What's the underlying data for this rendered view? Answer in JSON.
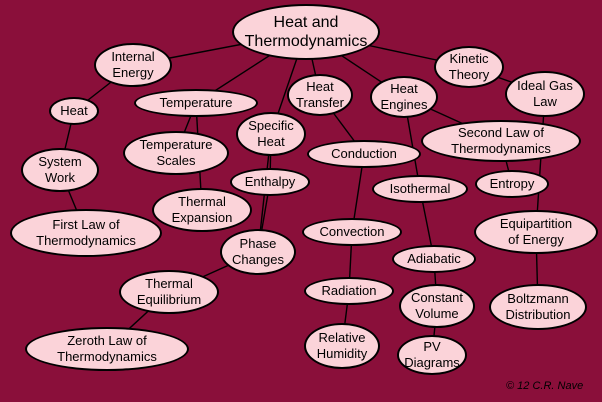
{
  "colors": {
    "background": "#8a0f3a",
    "node_fill": "#fbd3d9",
    "outline": "#000000"
  },
  "nodes": {
    "heat_thermo": "Heat and\nThermodynamics",
    "internal_energy": "Internal\nEnergy",
    "kinetic_theory": "Kinetic\nTheory",
    "ideal_gas_law": "Ideal Gas\nLaw",
    "heat": "Heat",
    "temperature": "Temperature",
    "heat_transfer": "Heat\nTransfer",
    "heat_engines": "Heat\nEngines",
    "second_law": "Second Law of\nThermodynamics",
    "system_work": "System\nWork",
    "temperature_scales": "Temperature\nScales",
    "specific_heat": "Specific\nHeat",
    "conduction": "Conduction",
    "enthalpy": "Enthalpy",
    "isothermal": "Isothermal",
    "entropy": "Entropy",
    "thermal_expansion": "Thermal\nExpansion",
    "first_law": "First Law of\nThermodynamics",
    "convection": "Convection",
    "equipartition": "Equipartition\nof Energy",
    "phase_changes": "Phase\nChanges",
    "adiabatic": "Adiabatic",
    "thermal_equilibrium": "Thermal\nEquilibrium",
    "radiation": "Radiation",
    "constant_volume": "Constant\nVolume",
    "boltzmann": "Boltzmann\nDistribution",
    "zeroth_law": "Zeroth Law of\nThermodynamics",
    "relative_humidity": "Relative\nHumidity",
    "pv_diagrams": "PV\nDiagrams"
  },
  "credit": "12 C.R. Nave",
  "links": [
    [
      "heat_thermo",
      "internal_energy"
    ],
    [
      "heat_thermo",
      "temperature"
    ],
    [
      "heat_thermo",
      "specific_heat"
    ],
    [
      "heat_thermo",
      "heat_transfer"
    ],
    [
      "heat_thermo",
      "heat_engines"
    ],
    [
      "heat_thermo",
      "kinetic_theory"
    ],
    [
      "internal_energy",
      "heat"
    ],
    [
      "heat",
      "system_work"
    ],
    [
      "system_work",
      "first_law"
    ],
    [
      "temperature",
      "temperature_scales"
    ],
    [
      "temperature",
      "thermal_expansion"
    ],
    [
      "specific_heat",
      "enthalpy"
    ],
    [
      "specific_heat",
      "phase_changes"
    ],
    [
      "enthalpy",
      "phase_changes"
    ],
    [
      "phase_changes",
      "thermal_equilibrium"
    ],
    [
      "thermal_equilibrium",
      "zeroth_law"
    ],
    [
      "heat_transfer",
      "conduction"
    ],
    [
      "conduction",
      "convection"
    ],
    [
      "convection",
      "radiation"
    ],
    [
      "radiation",
      "relative_humidity"
    ],
    [
      "heat_engines",
      "second_law"
    ],
    [
      "heat_engines",
      "isothermal"
    ],
    [
      "isothermal",
      "adiabatic"
    ],
    [
      "adiabatic",
      "constant_volume"
    ],
    [
      "constant_volume",
      "pv_diagrams"
    ],
    [
      "second_law",
      "entropy"
    ],
    [
      "kinetic_theory",
      "ideal_gas_law"
    ],
    [
      "ideal_gas_law",
      "equipartition"
    ],
    [
      "equipartition",
      "boltzmann"
    ]
  ]
}
